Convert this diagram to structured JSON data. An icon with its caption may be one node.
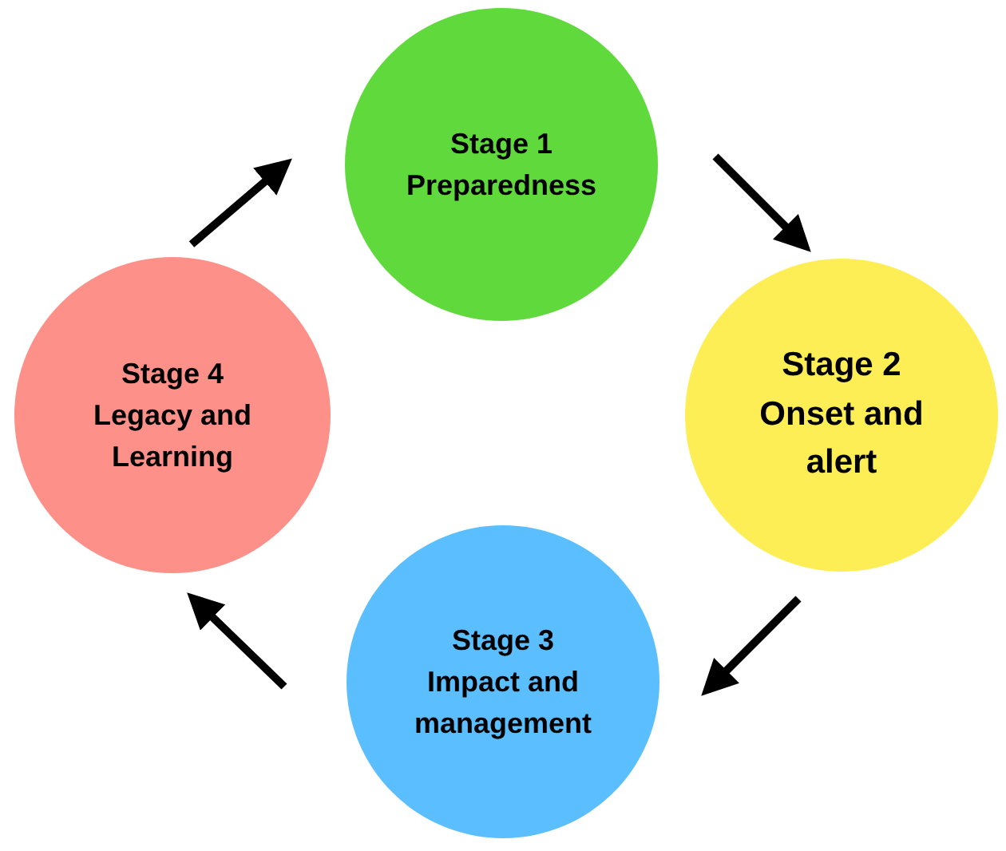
{
  "diagram": {
    "nodes": [
      {
        "text": [
          "Stage 1",
          "Preparedness"
        ]
      },
      {
        "text": [
          "Stage 2",
          "Onset and alert"
        ]
      },
      {
        "text": [
          "Stage 3",
          "Impact and management"
        ]
      },
      {
        "text": [
          "Stage 4",
          "Legacy and Learning"
        ]
      }
    ],
    "edges": [
      {
        "from": 0,
        "to": 1,
        "arrow": "to"
      },
      {
        "from": 1,
        "to": 2,
        "arrow": "to"
      },
      {
        "from": 2,
        "to": 3,
        "arrow": "to"
      },
      {
        "from": 3,
        "to": 0,
        "arrow": "to"
      }
    ]
  }
}
